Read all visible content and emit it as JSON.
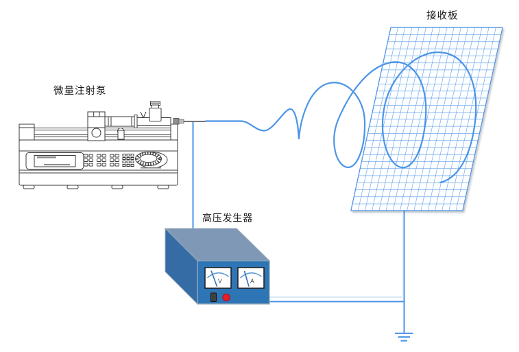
{
  "diagram": {
    "labels": {
      "syringe_pump": "微量注射泵",
      "collector_plate": "接收板",
      "hv_generator": "高压发生器"
    },
    "meters": {
      "voltmeter": "V",
      "ammeter": "A"
    },
    "colors": {
      "wire_blue": "#4A94E8",
      "wire_light_blue": "#CCE0F5",
      "grid_blue": "#4C92E6",
      "box_front": "#2E75B6",
      "box_top": "#7E98B6",
      "box_left": "#356CA5",
      "indicator_red": "#EC1C24"
    }
  }
}
